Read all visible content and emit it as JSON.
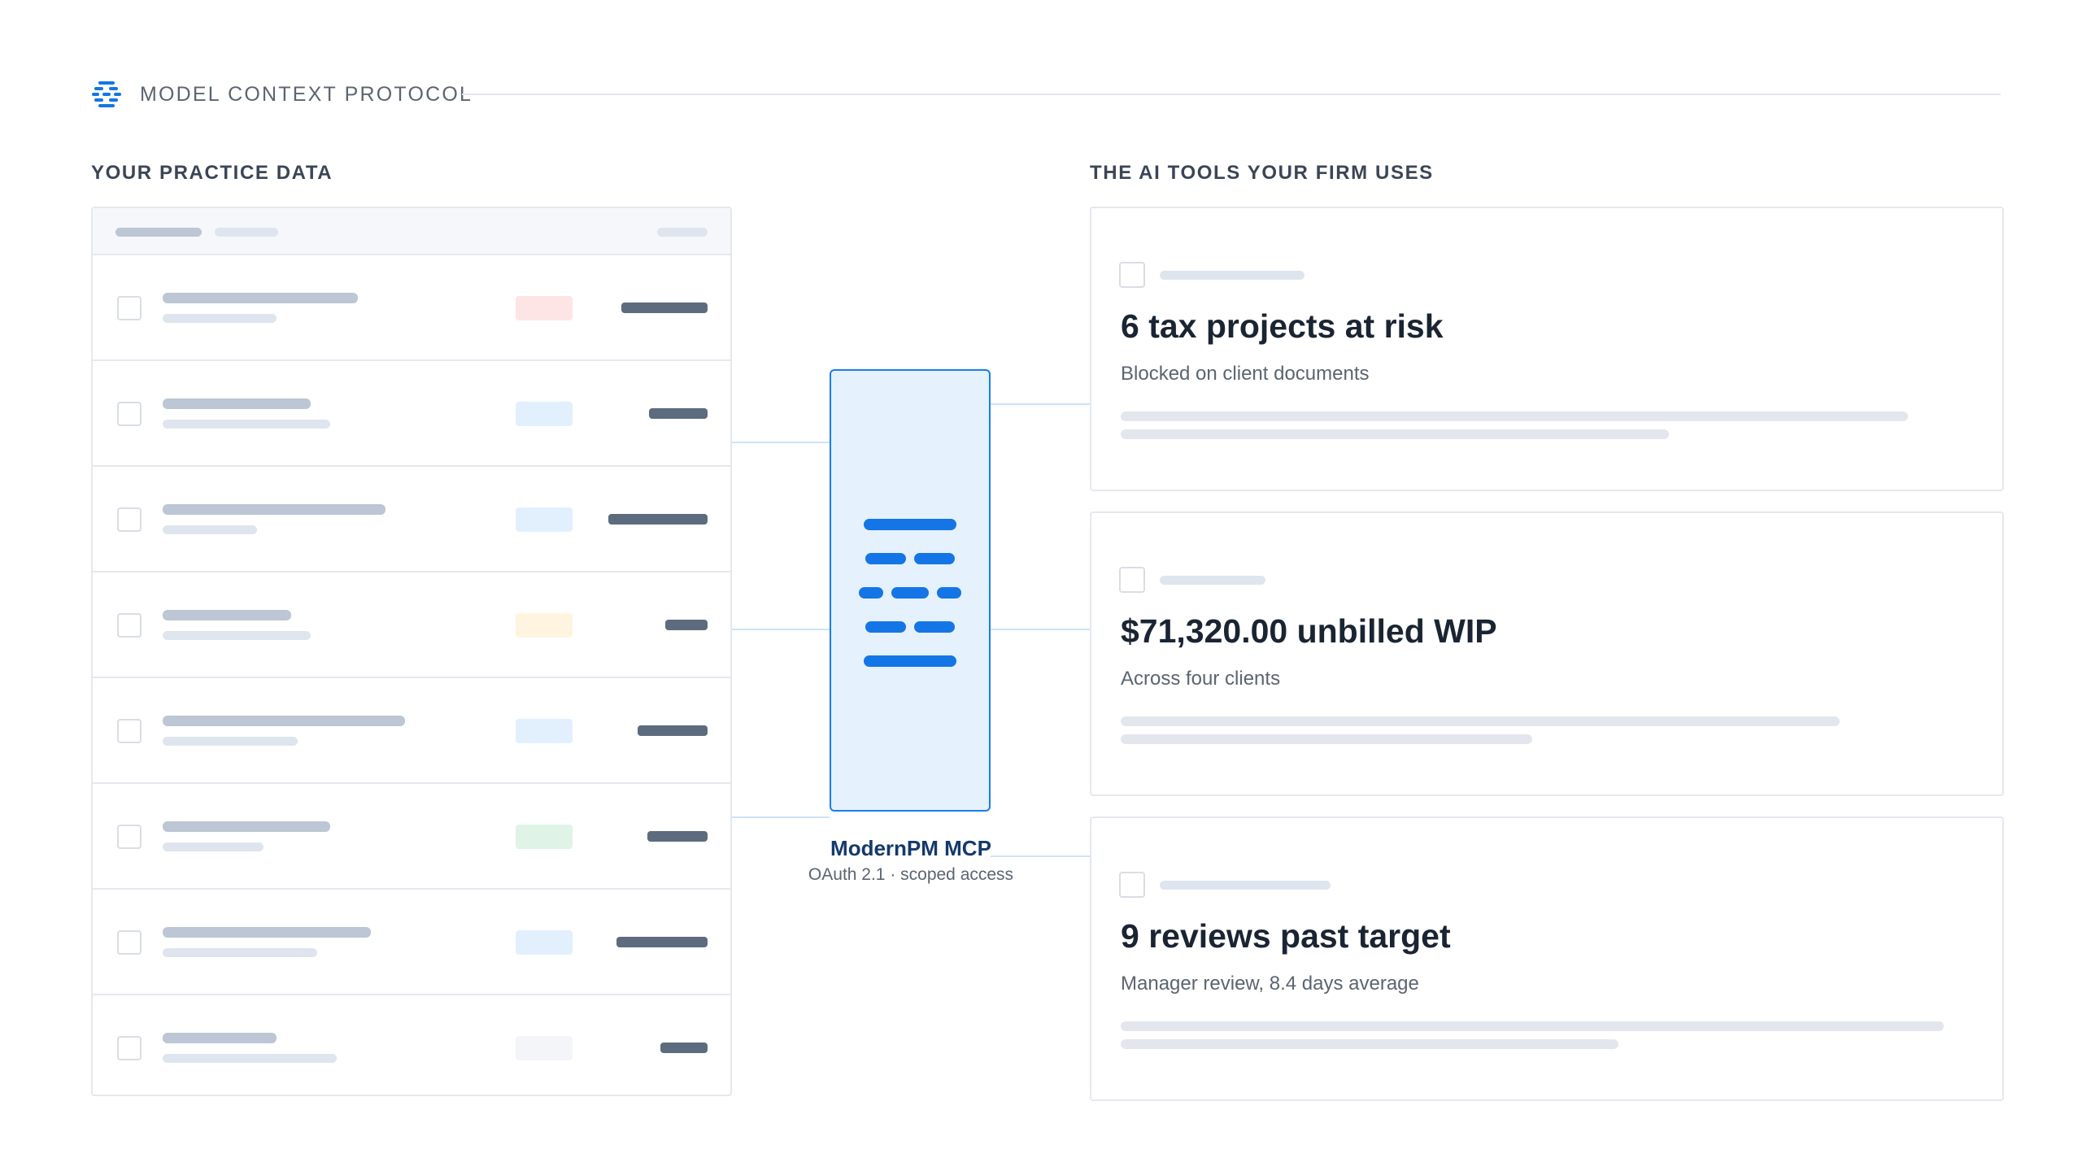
{
  "header": {
    "title": "MODEL CONTEXT PROTOCOL",
    "logo_icon": "mcp-logo-icon"
  },
  "left": {
    "title": "YOUR PRACTICE DATA",
    "row_status_colors": [
      "#fde5e5",
      "#e2f0fd",
      "#e2f0fd",
      "#fff4e0",
      "#e2f0fd",
      "#e0f3e7",
      "#e2f0fd",
      "#f3f5f9"
    ]
  },
  "server": {
    "name": "ModernPM MCP",
    "subtitle": "OAuth 2.1 · scoped access",
    "accent": "#1476e6"
  },
  "right": {
    "title": "THE AI TOOLS YOUR FIRM USES",
    "cards": [
      {
        "headline": "6 tax projects at risk",
        "sub": "Blocked on client documents"
      },
      {
        "headline": "$71,320.00 unbilled WIP",
        "sub": "Across four clients"
      },
      {
        "headline": "9 reviews past target",
        "sub": "Manager review, 8.4 days average"
      }
    ]
  }
}
